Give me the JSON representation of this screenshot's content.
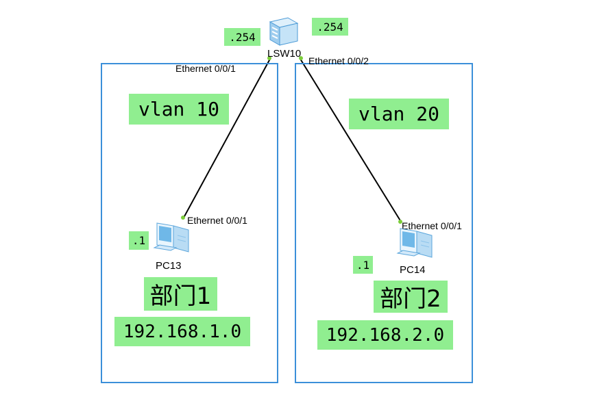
{
  "switch": {
    "name": "LSW10",
    "ip_left": ".254",
    "ip_right": ".254",
    "port_left": "Ethernet 0/0/1",
    "port_right": "Ethernet 0/0/2"
  },
  "segments": [
    {
      "vlan": "vlan 10",
      "pc_name": "PC13",
      "pc_port": "Ethernet 0/0/1",
      "pc_ip": ".1",
      "dept": "部门1",
      "network": "192.168.1.0"
    },
    {
      "vlan": "vlan 20",
      "pc_name": "PC14",
      "pc_port": "Ethernet 0/0/1",
      "pc_ip": ".1",
      "dept": "部门2",
      "network": "192.168.2.0"
    }
  ],
  "colors": {
    "box_border": "#3b8fd9",
    "label_bg": "#90ee90",
    "port_dot": "#7ccd3a",
    "link": "#000000"
  },
  "icons": {
    "switch": "switch-icon",
    "pc": "pc-icon"
  }
}
